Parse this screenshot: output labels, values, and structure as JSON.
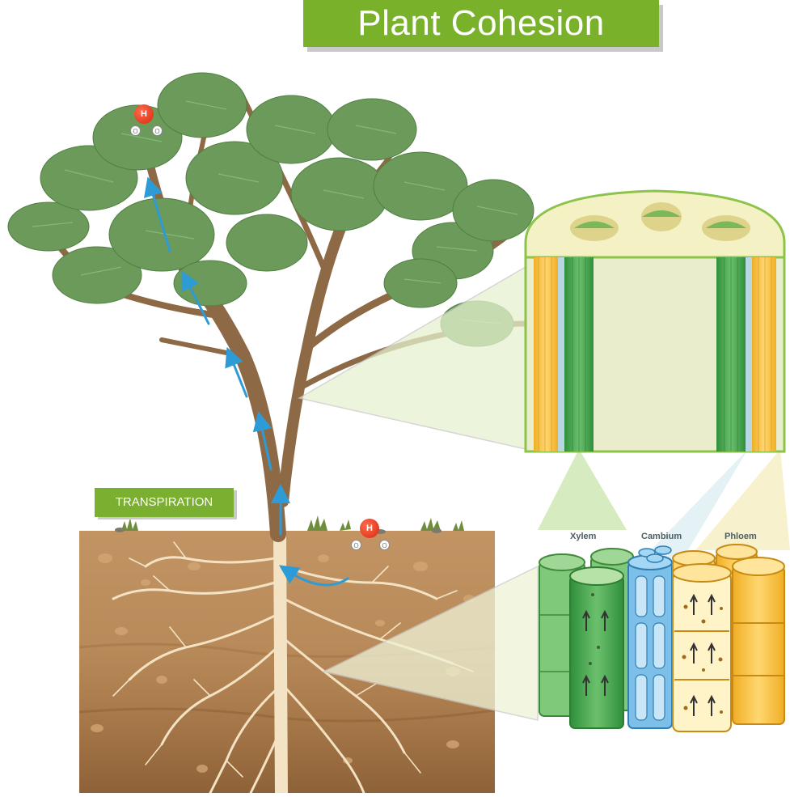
{
  "title": "Plant Cohesion",
  "callout": "TRANSPIRATION",
  "tissues": {
    "xylem": "Xylem",
    "cambium": "Cambium",
    "phloem": "Phloem"
  },
  "molecule": {
    "center": "H",
    "side_left": "O",
    "side_right": "O"
  },
  "colors": {
    "title_bg": "#79b22a",
    "soil": "#b88a57",
    "trunk": "#8d6a45",
    "foliage": "#6b9a5a",
    "xylem": "#3ea24a",
    "cambium": "#5aa8d6",
    "phloem": "#f1b83a",
    "water_arrow": "#2d9bd6"
  }
}
